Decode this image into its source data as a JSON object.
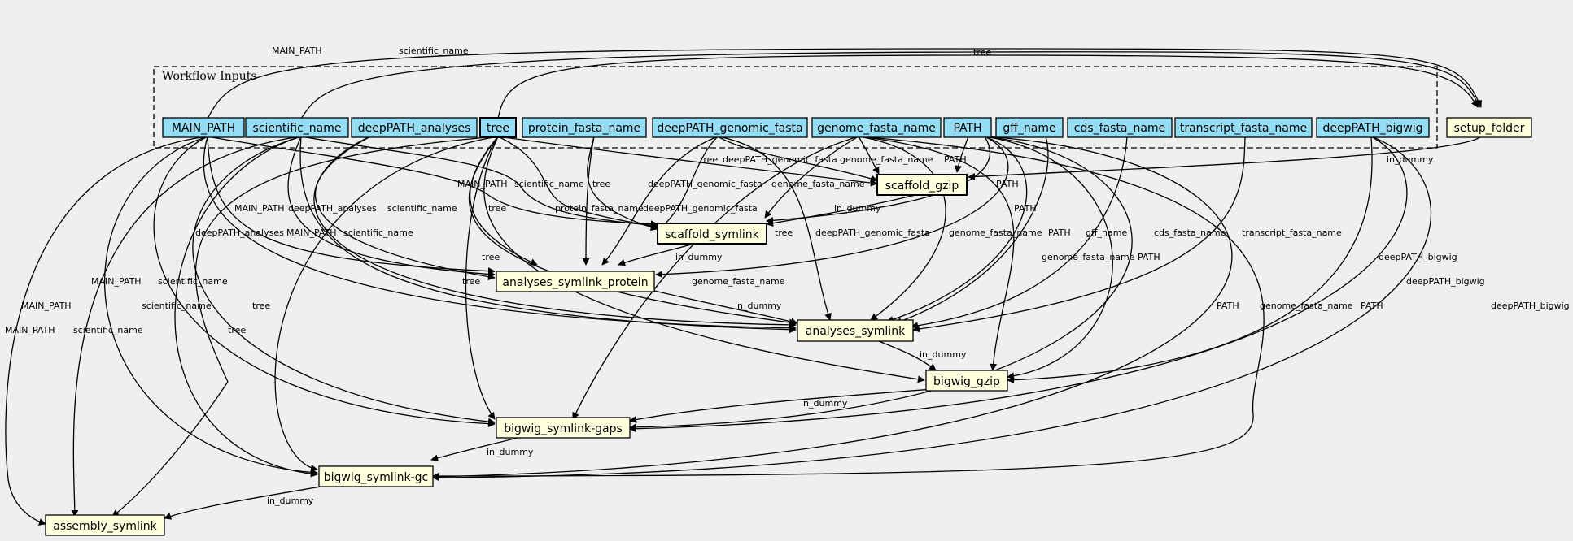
{
  "cluster_label": "Workflow Inputs",
  "colors": {
    "input_fill": "#94ddf4",
    "step_fill": "#ffffdd",
    "background": "#efefef"
  },
  "nodes": {
    "MAIN_PATH": "MAIN_PATH",
    "scientific_name": "scientific_name",
    "deepPATH_analyses": "deepPATH_analyses",
    "tree": "tree",
    "protein_fasta_name": "protein_fasta_name",
    "deepPATH_genomic_fasta": "deepPATH_genomic_fasta",
    "genome_fasta_name": "genome_fasta_name",
    "PATH": "PATH",
    "gff_name": "gff_name",
    "cds_fasta_name": "cds_fasta_name",
    "transcript_fasta_name": "transcript_fasta_name",
    "deepPATH_bigwig": "deepPATH_bigwig",
    "setup_folder": "setup_folder",
    "scaffold_gzip": "scaffold_gzip",
    "scaffold_symlink": "scaffold_symlink",
    "analyses_symlink_protein": "analyses_symlink_protein",
    "analyses_symlink": "analyses_symlink",
    "bigwig_gzip": "bigwig_gzip",
    "bigwig_symlink_gaps": "bigwig_symlink-gaps",
    "bigwig_symlink_gc": "bigwig_symlink-gc",
    "assembly_symlink": "assembly_symlink"
  },
  "edge_labels": {
    "main_path": "MAIN_PATH",
    "scientific_name": "scientific_name",
    "tree": "tree",
    "deepPATH_analyses": "deepPATH_analyses",
    "protein_fasta_name": "protein_fasta_name",
    "deepPATH_genomic_fasta": "deepPATH_genomic_fasta",
    "genome_fasta_name": "genome_fasta_name",
    "path": "PATH",
    "gff_name": "gff_name",
    "cds_fasta_name": "cds_fasta_name",
    "transcript_fasta_name": "transcript_fasta_name",
    "deepPATH_bigwig": "deepPATH_bigwig",
    "in_dummy": "in_dummy"
  }
}
